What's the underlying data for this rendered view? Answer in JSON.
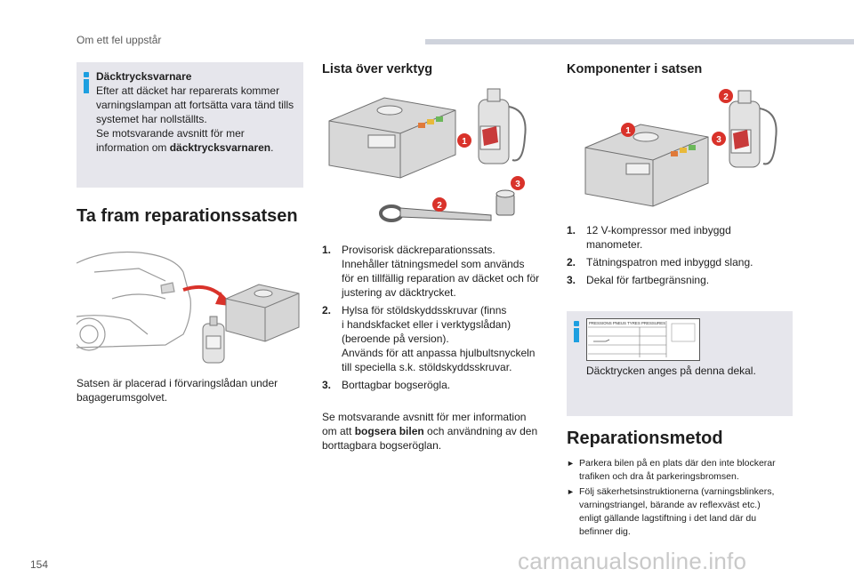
{
  "header": {
    "title": "Om ett fel uppstår"
  },
  "page_number": "154",
  "watermark": "carmanualsonline.info",
  "colors": {
    "accent_blue": "#1d9fe0",
    "callout_red": "#d9322a",
    "info_bg": "#e6e6ec",
    "header_bar": "#cfd3dc"
  },
  "info_box_1": {
    "icon": "info-icon",
    "title": "Däcktrycksvarnare",
    "lines": [
      "Efter att däcket har reparerats kommer",
      "varningslampan att fortsätta vara tänd tills",
      "systemet har nollställts.",
      "Se motsvarande avsnitt för mer"
    ],
    "last_prefix": "information om ",
    "last_bold": "däcktrycksvarnaren",
    "last_suffix": "."
  },
  "section_repair_kit": {
    "title": "Ta fram reparationssatsen",
    "body_lines": [
      "Satsen är placerad i förvaringslådan under",
      "bagagerumsgolvet."
    ]
  },
  "section_tools": {
    "title": "Lista över verktyg",
    "callouts": [
      "1",
      "2",
      "3"
    ],
    "items": [
      {
        "num": "1.",
        "lines": [
          "Provisorisk däckreparationssats.",
          "Innehåller tätningsmedel som används",
          "för en tillfällig reparation av däcket och för",
          "justering av däcktrycket."
        ]
      },
      {
        "num": "2.",
        "lines": [
          "Hylsa för stöldskyddsskruvar (finns",
          "i handskfacket eller i verktygslådan)",
          "(beroende på version).",
          "Används för att anpassa hjulbultsnyckeln",
          "till speciella s.k. stöldskyddsskruvar."
        ]
      },
      {
        "num": "3.",
        "lines": [
          "Borttagbar bogserögla."
        ]
      }
    ],
    "note_line1": "Se motsvarande avsnitt för mer information",
    "note_prefix": "om att ",
    "note_bold": "bogsera bilen",
    "note_suffix": " och användning av den",
    "note_line3": "borttagbara bogseröglan."
  },
  "section_components": {
    "title": "Komponenter i satsen",
    "callouts": [
      "1",
      "2",
      "3"
    ],
    "items": [
      {
        "num": "1.",
        "lines": [
          "12 V-kompressor med inbyggd",
          "manometer."
        ]
      },
      {
        "num": "2.",
        "lines": [
          "Tätningspatron med inbyggd slang."
        ]
      },
      {
        "num": "3.",
        "lines": [
          "Dekal för fartbegränsning."
        ]
      }
    ]
  },
  "info_box_2": {
    "icon": "info-icon",
    "label_header": "PRESSIONS PNEUS TYRES PRESSURES",
    "caption": "Däcktrycken anges på denna dekal."
  },
  "section_method": {
    "title": "Reparationsmetod",
    "steps": [
      {
        "lines": [
          "Parkera bilen på en plats där den inte blockerar",
          "trafiken och dra åt parkeringsbromsen."
        ]
      },
      {
        "lines": [
          "Följ säkerhetsinstruktionerna (varningsblinkers,",
          "varningstriangel, bärande av reflexväst etc.)",
          "enligt gällande lagstiftning i det land där du",
          "befinner dig."
        ]
      }
    ]
  }
}
